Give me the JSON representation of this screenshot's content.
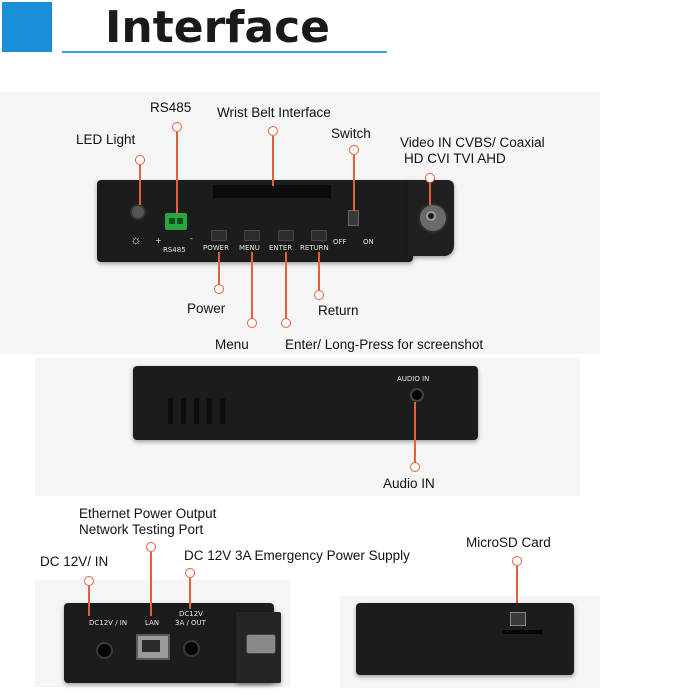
{
  "header": {
    "title": "Interface"
  },
  "top_view": {
    "labels": {
      "rs485": "RS485",
      "led": "LED Light",
      "wrist": "Wrist Belt Interface",
      "switch": "Switch",
      "video_line1": "Video IN  CVBS/ Coaxial",
      "video_line2": "HD CVI TVI AHD",
      "power": "Power",
      "menu": "Menu",
      "return": "Return",
      "enter": "Enter/ Long-Press for screenshot"
    },
    "device": {
      "plus": "+",
      "minus": "-",
      "rs485": "RS485",
      "power": "POWER",
      "menu": "MENU",
      "enter": "ENTER",
      "return": "RETURN",
      "off": "OFF",
      "on": "ON"
    }
  },
  "side_view": {
    "device": {
      "audio_in": "AUDIO IN"
    },
    "labels": {
      "audio_in": "Audio IN"
    }
  },
  "bottom_left": {
    "labels": {
      "eth_line1": "Ethernet Power Output",
      "eth_line2": "Network Testing Port",
      "dc_in": "DC 12V/ IN",
      "dc_out": "DC 12V 3A Emergency Power Supply"
    },
    "device": {
      "dc_in": "DC12V / IN",
      "lan": "LAN",
      "dc_out_1": "DC12V",
      "dc_out_2": "3A / OUT"
    }
  },
  "bottom_right": {
    "labels": {
      "microsd": "MicroSD Card"
    }
  },
  "colors": {
    "accent_blue": "#1a8ed8",
    "callout": "#e2603c",
    "device_body": "#1c1c1c"
  }
}
